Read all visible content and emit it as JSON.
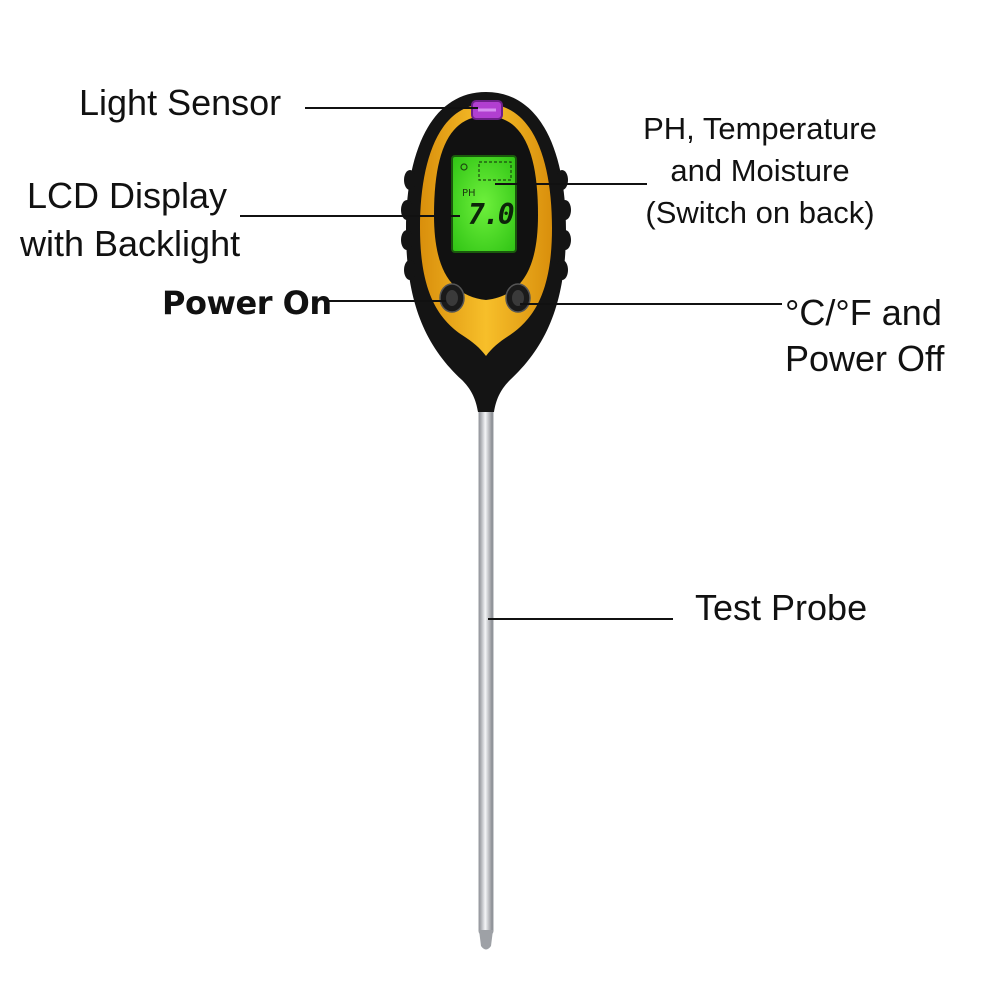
{
  "labels": {
    "light_sensor": "Light Sensor",
    "lcd_line1": "LCD Display",
    "lcd_line2": "with Backlight",
    "power_on": "Power On",
    "modes_line1": "PH, Temperature",
    "modes_line2": "and Moisture",
    "modes_line3": "(Switch on back)",
    "unit_line1": "°C/°F and",
    "unit_line2": "Power Off",
    "test_probe": "Test Probe"
  },
  "lcd": {
    "mode": "PH",
    "reading": "7.0"
  },
  "colors": {
    "housing_black": "#141414",
    "housing_yellow": "#f2b21b",
    "lcd_green": "#45e21f",
    "sensor_purple": "#b13fd0",
    "probe_silver": "#c9ccd1"
  }
}
